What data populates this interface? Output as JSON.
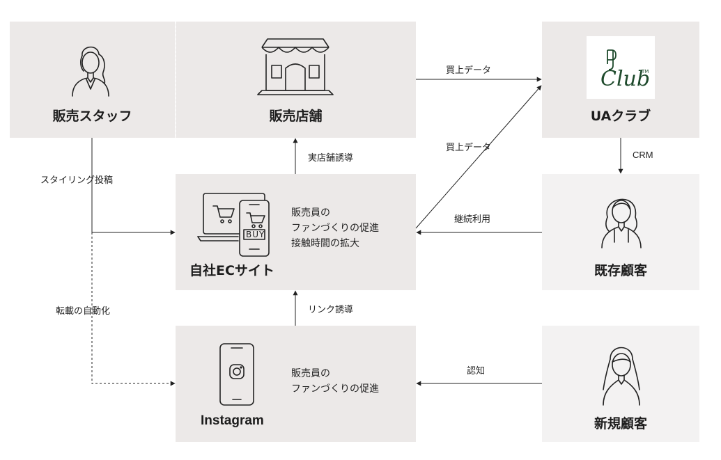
{
  "nodes": {
    "staff": {
      "title": "販売スタッフ"
    },
    "store": {
      "title": "販売店舗"
    },
    "ua_club": {
      "title": "UAクラブ",
      "logo_text": "Club",
      "logo_tm": "TM"
    },
    "ec_site": {
      "title": "自社ECサイト",
      "desc": [
        "販売員の",
        "ファンづくりの促進",
        "接触時間の拡大"
      ],
      "buy_label": "BUY"
    },
    "existing_customer": {
      "title": "既存顧客"
    },
    "instagram": {
      "title": "Instagram",
      "desc": [
        "販売員の",
        "ファンづくりの促進"
      ]
    },
    "new_customer": {
      "title": "新規顧客"
    }
  },
  "edges": {
    "store_to_club": "買上データ",
    "ec_to_club": "買上データ",
    "ec_to_store": "実店舗誘導",
    "club_to_existing": "CRM",
    "existing_to_ec": "継続利用",
    "staff_to_ec": "スタイリング投稿",
    "staff_to_instagram": "転載の自動化",
    "instagram_to_ec": "リンク誘導",
    "new_to_instagram": "認知"
  },
  "colors": {
    "box_dark": "#ece9e8",
    "box_light": "#f3f2f2",
    "line": "#222222",
    "logo_green": "#1e4a2c"
  }
}
